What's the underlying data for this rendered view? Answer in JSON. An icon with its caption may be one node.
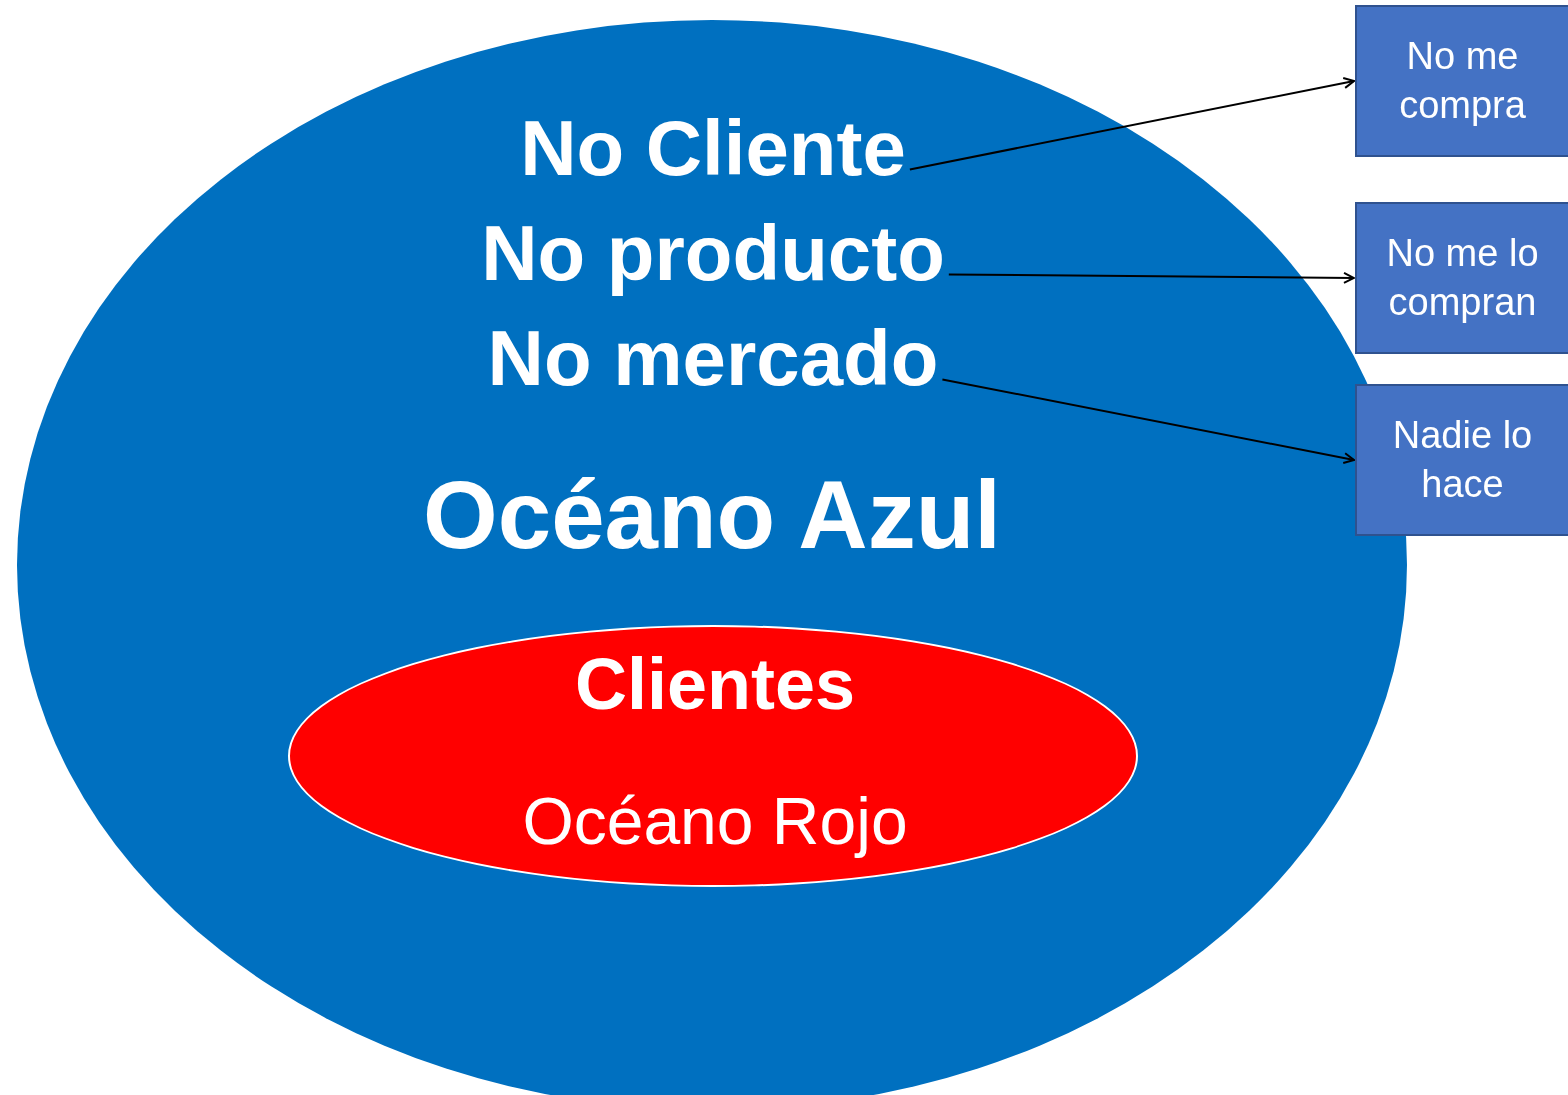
{
  "diagram": {
    "nodes": [
      {
        "text": [
          "Océano Azul"
        ]
      },
      {
        "text": [
          "No Cliente"
        ],
        "in": 0
      },
      {
        "text": [
          "No producto"
        ],
        "in": 0
      },
      {
        "text": [
          "No mercado"
        ],
        "in": 0
      },
      {
        "text": [
          "Clientes",
          "Océano Rojo"
        ],
        "in": 0
      },
      {
        "text": [
          "No me compra"
        ]
      },
      {
        "text": [
          "No me lo compran"
        ]
      },
      {
        "text": [
          "Nadie lo hace"
        ]
      }
    ],
    "edges": [
      {
        "from": 1,
        "to": 5,
        "arrow": "to"
      },
      {
        "from": 2,
        "to": 6,
        "arrow": "to"
      },
      {
        "from": 3,
        "to": 7,
        "arrow": "to"
      }
    ]
  }
}
